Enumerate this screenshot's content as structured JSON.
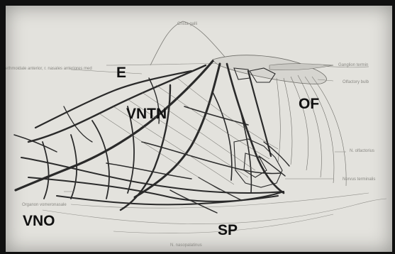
{
  "figure": {
    "region_labels": {
      "e": "E",
      "vntn": "VNTN",
      "of": "OF",
      "vno": "VNO",
      "sp": "SP"
    },
    "annotations": {
      "crista_galli": "Crista galli",
      "ethmoidale": "ethmoidale anterior, r. nasales anteriores med",
      "ganglion_terminale": "Ganglion termin",
      "olfactory_bulb": "Olfactory bulb",
      "n_olfactorius": "N. olfactorius",
      "nervus_terminalis": "Nervus terminalis",
      "organon_vomeronasale": "Organon vomeronasale",
      "n_nasopalatinus": "N. nasopalatinus"
    },
    "colors": {
      "frame": "#101010",
      "paper": "#e3e2dd",
      "ink": "#2a2a2a"
    }
  }
}
